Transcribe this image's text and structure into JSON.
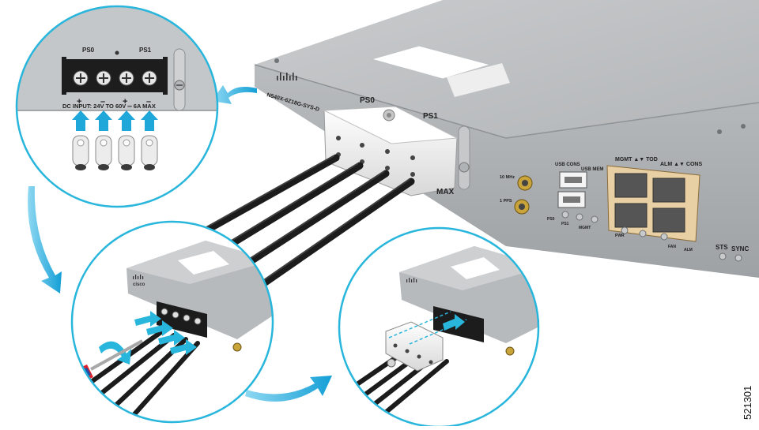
{
  "device": {
    "model_label": "N540X-6Z18G-SYS-D",
    "cover_ps0": "PS0",
    "cover_ps1": "PS1",
    "cover_max": "MAX",
    "port_10mhz": "10 MHz",
    "port_1pps": "1 PPS",
    "usb_cons": "USB CONS",
    "usb_mem": "USB MEM",
    "mgmt_tod": "MGMT ▲▼ TOD",
    "alm_cons": "ALM ▲▼ CONS",
    "led_ps0": "PS0",
    "led_ps1": "PS1",
    "led_mgmt": "MGMT",
    "led_pwr": "PWR",
    "led_fan": "FAN",
    "led_alm": "ALM",
    "led_sts": "STS",
    "led_sync": "SYNC"
  },
  "detail_top": {
    "ps0": "PS0",
    "ps1": "PS1",
    "plus_a": "+",
    "minus_a": "–",
    "plus_b": "+",
    "minus_b": "–",
    "input_label": "DC INPUT: 24V TO 60V ═ 6A MAX"
  },
  "detail_left": {
    "brand": "cisco"
  },
  "figure_number": "521301",
  "colors": {
    "callout_ring": "#29b6dc",
    "arrow": "#1fa7d9",
    "chassis": "#a9adb0",
    "cable": "#1c1c1c",
    "screwdriver_handle": "#e0202a"
  }
}
